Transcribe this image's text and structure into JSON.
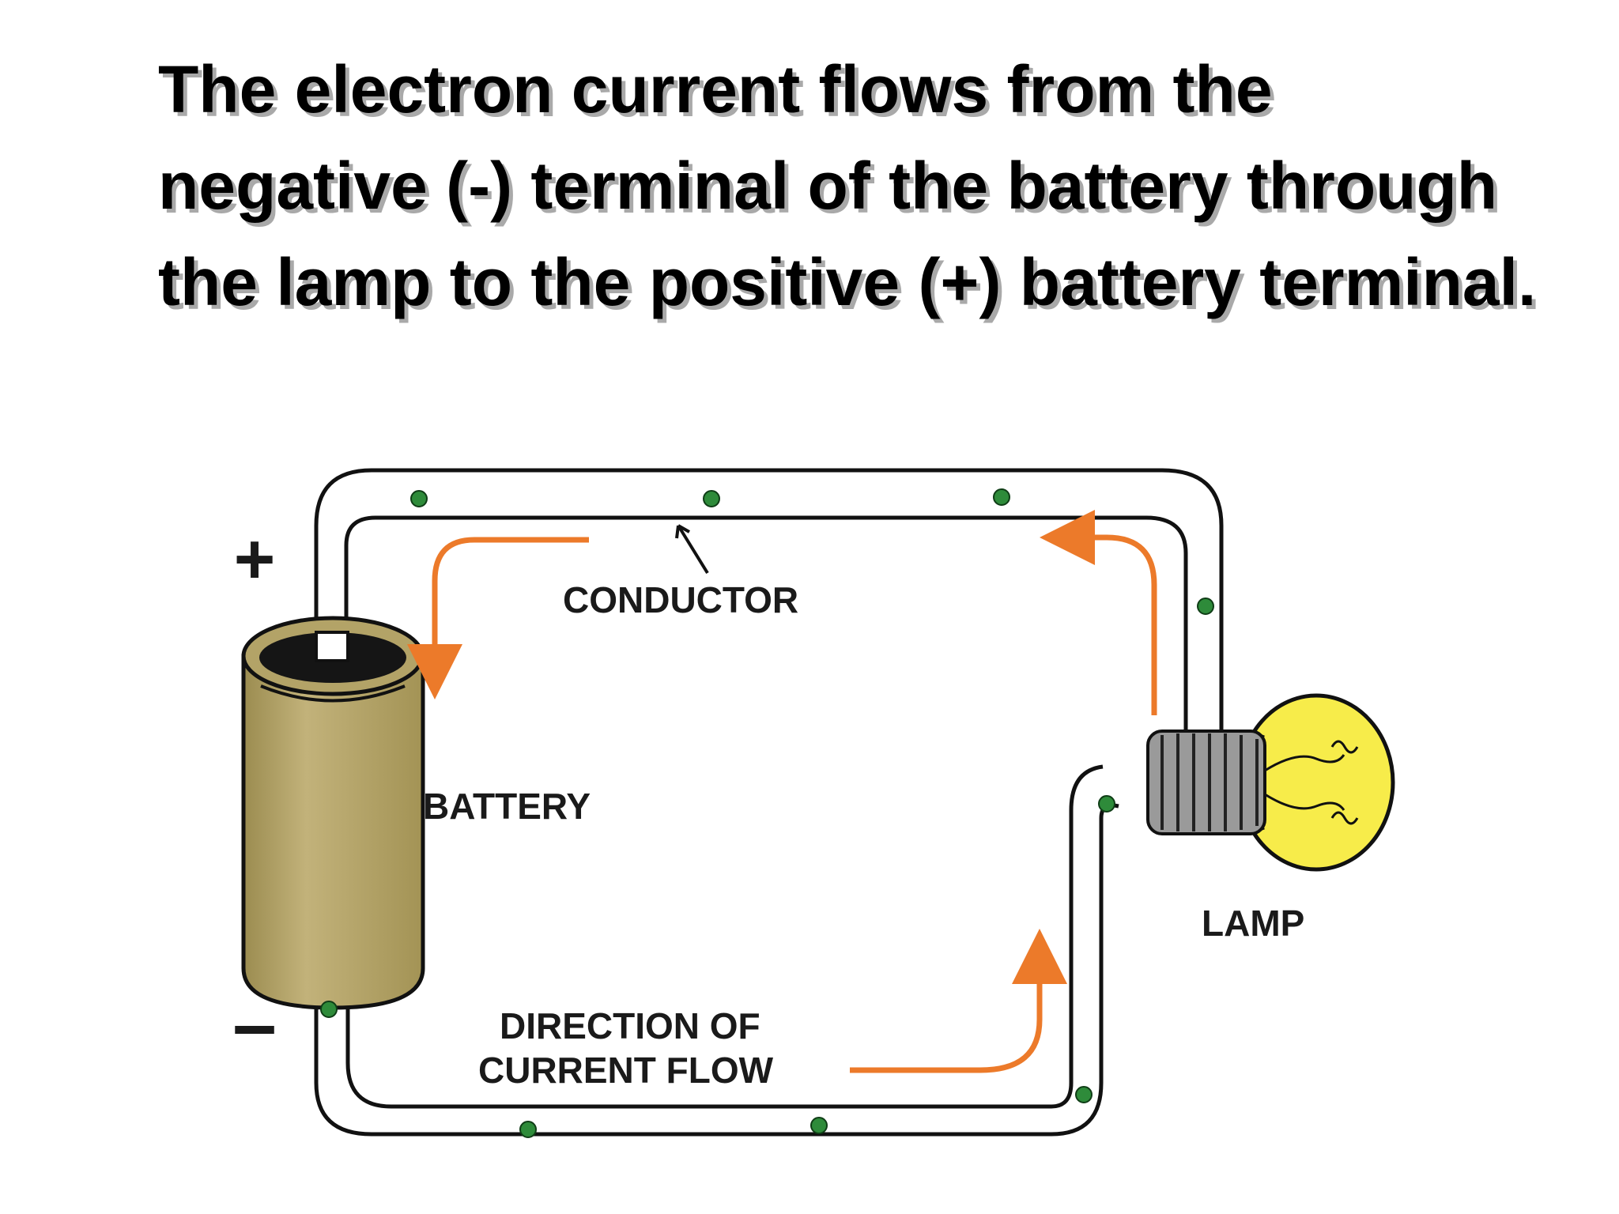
{
  "title": "The electron current flows from the negative (-) terminal of the battery through the lamp to the positive (+) battery terminal.",
  "diagram": {
    "labels": {
      "positive": "+",
      "negative": "–",
      "conductor": "CONDUCTOR",
      "battery": "BATTERY",
      "lamp": "LAMP",
      "direction_line1": "DIRECTION OF",
      "direction_line2": "CURRENT FLOW"
    },
    "colors": {
      "arrow": "#ec7a2a",
      "electron": "#2e8b3a",
      "battery_body": "#b3a367",
      "lamp_bulb": "#f7ec4a",
      "wire": "#111111"
    }
  }
}
